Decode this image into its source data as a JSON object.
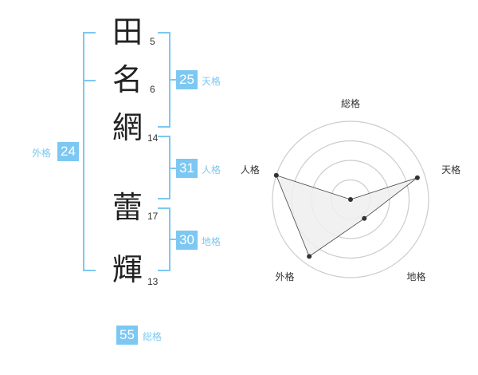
{
  "name": {
    "chars": [
      {
        "char": "田",
        "strokes": "5"
      },
      {
        "char": "名",
        "strokes": "6"
      },
      {
        "char": "網",
        "strokes": "14"
      },
      {
        "char": "蕾",
        "strokes": "17"
      },
      {
        "char": "輝",
        "strokes": "13"
      }
    ]
  },
  "scores": {
    "tenkaku": {
      "value": "25",
      "label": "天格"
    },
    "jinkaku": {
      "value": "31",
      "label": "人格"
    },
    "chikaku": {
      "value": "30",
      "label": "地格"
    },
    "gaikaku": {
      "value": "24",
      "label": "外格"
    },
    "soukaku": {
      "value": "55",
      "label": "総格"
    }
  },
  "colors": {
    "accent": "#7cc8f2",
    "ring": "#cccccc",
    "fill": "#eeeeee",
    "point": "#333333"
  },
  "chart_data": {
    "type": "radar",
    "axes": [
      "総格",
      "天格",
      "地格",
      "外格",
      "人格"
    ],
    "values": [
      0.0,
      0.9,
      0.3,
      0.9,
      1.0
    ],
    "rings": 4
  }
}
